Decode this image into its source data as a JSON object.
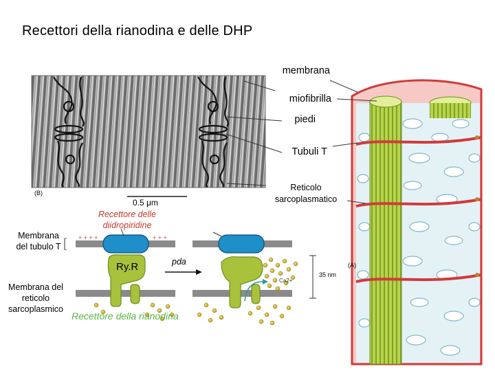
{
  "title": "Recettori della rianodina e delle DHP",
  "micrograph": {
    "panel_label": "(B)",
    "scale_label": "0.5 μm"
  },
  "muscle_labels": {
    "membrana": "membrana",
    "miofibrilla": "miofibrilla",
    "piedi": "piedi",
    "tubuli_t": "Tubuli T",
    "reticolo_line1": "Reticolo",
    "reticolo_line2": "sarcoplasmatico"
  },
  "schematic": {
    "dhp_receptor_line1": "Recettore delle",
    "dhp_receptor_line2": "diidropiridine",
    "membrana_tubulo_line1": "Membrana",
    "membrana_tubulo_line2": "del tubulo T",
    "ryr": "Ry.R",
    "pda": "pda",
    "membrana_reticolo_line1": "Membrana del",
    "membrana_reticolo_line2": "reticolo",
    "membrana_reticolo_line3": "sarcoplasmico",
    "rianodina_receptor": "Recettore della rianodina",
    "gap_label": "35 nm",
    "panel_label": "(A)",
    "ca_label": "Ca2+",
    "plus_signs": "+ + + +",
    "plus_signs_right": "+ + +",
    "bracket": "["
  },
  "colors": {
    "dhp_blue": "#1e8fc8",
    "ryr_green": "#a8c23c",
    "calcium": "#d8c13a",
    "caption_green": "#58b444",
    "plus_red": "#d23a3a",
    "membrane_gray": "#8a8a8a"
  }
}
